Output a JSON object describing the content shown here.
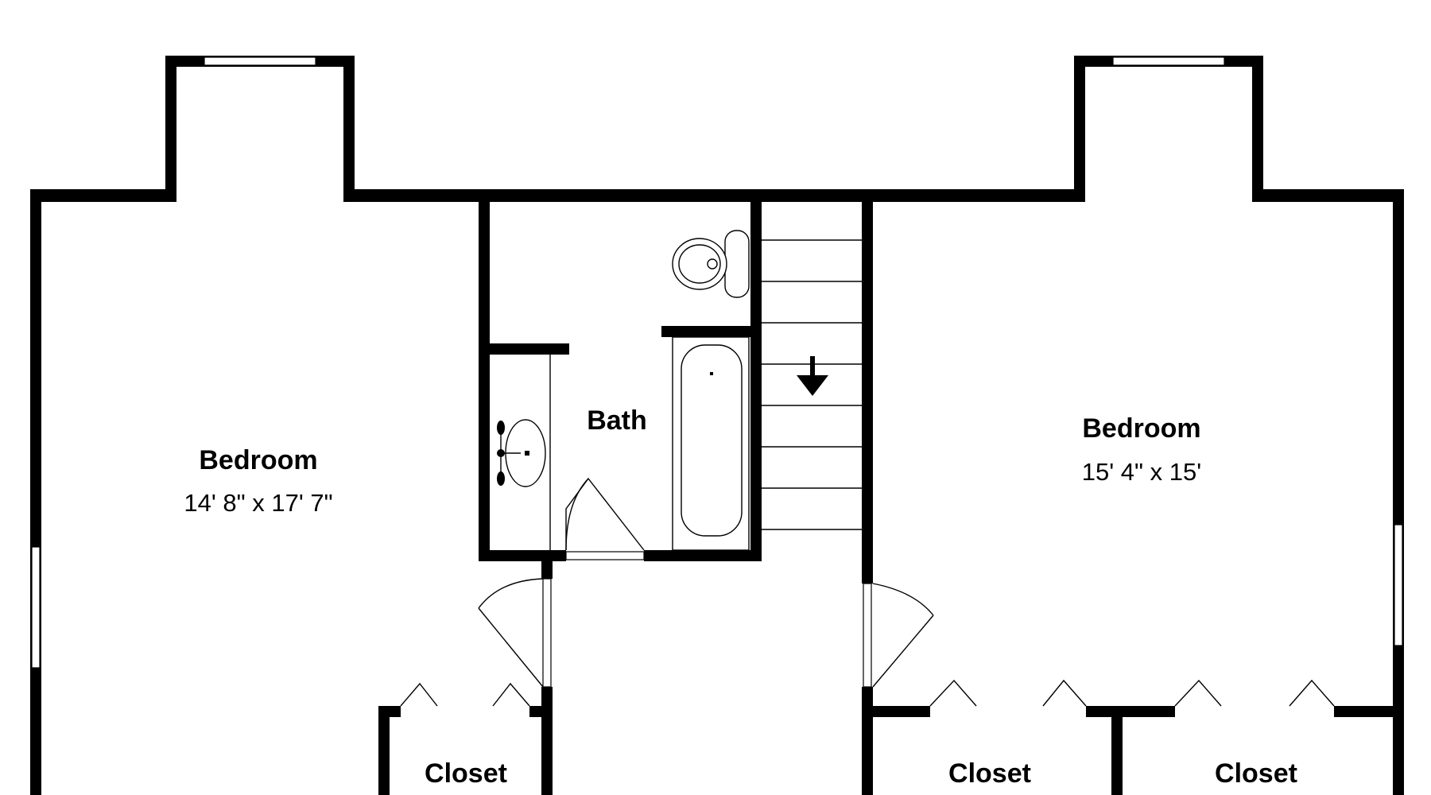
{
  "floorplan": {
    "colors": {
      "wall": "#000000",
      "background": "#ffffff"
    },
    "rooms": {
      "bedroom_left": {
        "name": "Bedroom",
        "dimensions": "14' 8\" x 17' 7\""
      },
      "bath": {
        "name": "Bath"
      },
      "bedroom_right": {
        "name": "Bedroom",
        "dimensions": "15' 4\" x 15'"
      },
      "closet_left": {
        "name": "Closet"
      },
      "closet_middle": {
        "name": "Closet"
      },
      "closet_right": {
        "name": "Closet"
      }
    },
    "icons": {
      "stair_direction": "arrow-down-icon"
    }
  }
}
